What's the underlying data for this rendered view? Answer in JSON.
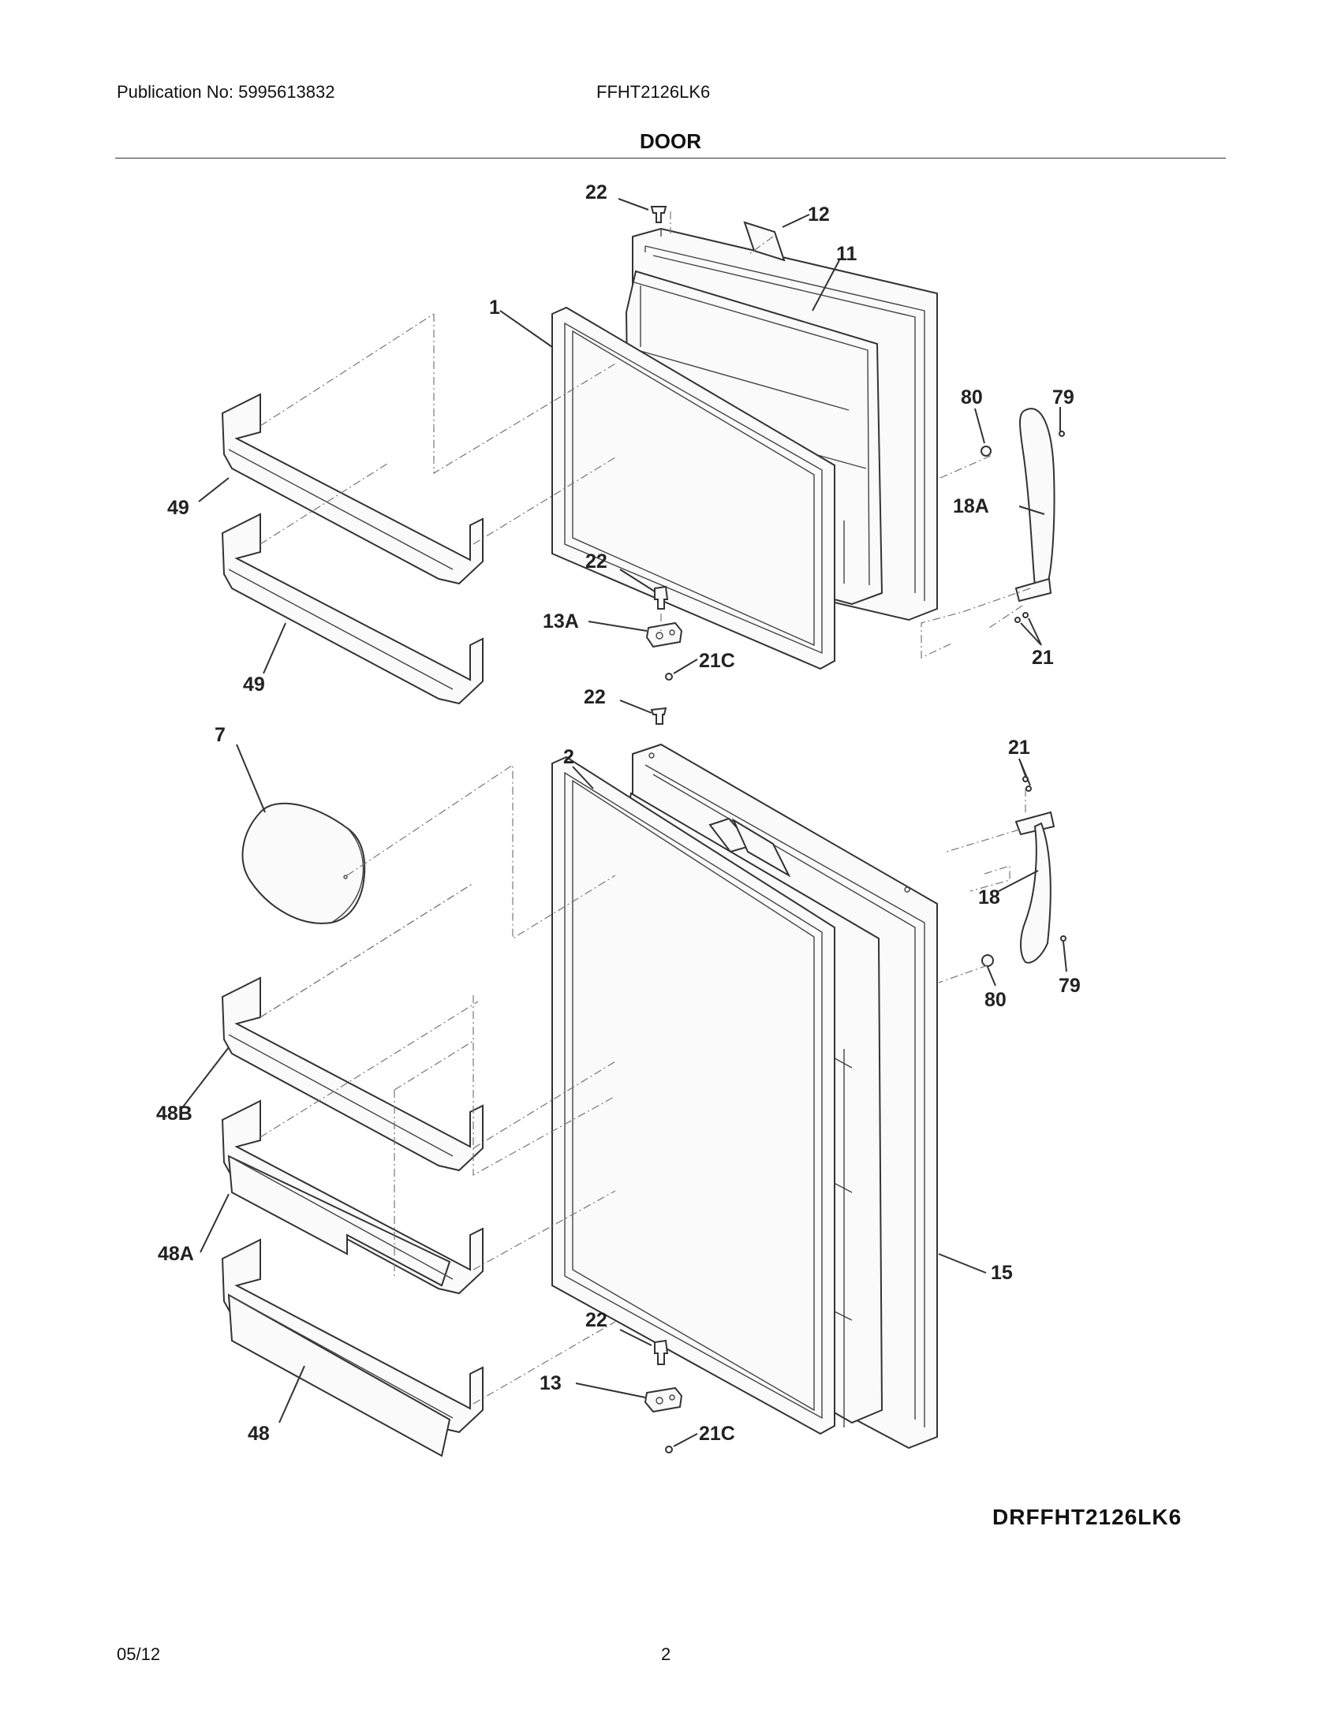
{
  "header": {
    "publication": "Publication No: 5995613832",
    "model": "FFHT2126LK6",
    "title": "DOOR"
  },
  "footer": {
    "diagram_code": "DRFFHT2126LK6",
    "date": "05/12",
    "page": "2"
  },
  "callouts": {
    "c22a": "22",
    "c12": "12",
    "c11": "11",
    "c1": "1",
    "c80a": "80",
    "c79a": "79",
    "c18a": "18A",
    "c49a": "49",
    "c49b": "49",
    "c22b": "22",
    "c13a": "13A",
    "c21ca": "21C",
    "c21a": "21",
    "c22c": "22",
    "c7": "7",
    "c2": "2",
    "c21b": "21",
    "c18": "18",
    "c80b": "80",
    "c79b": "79",
    "c48b": "48B",
    "c48a": "48A",
    "c15": "15",
    "c22d": "22",
    "c13": "13",
    "c21cb": "21C",
    "c48": "48"
  }
}
